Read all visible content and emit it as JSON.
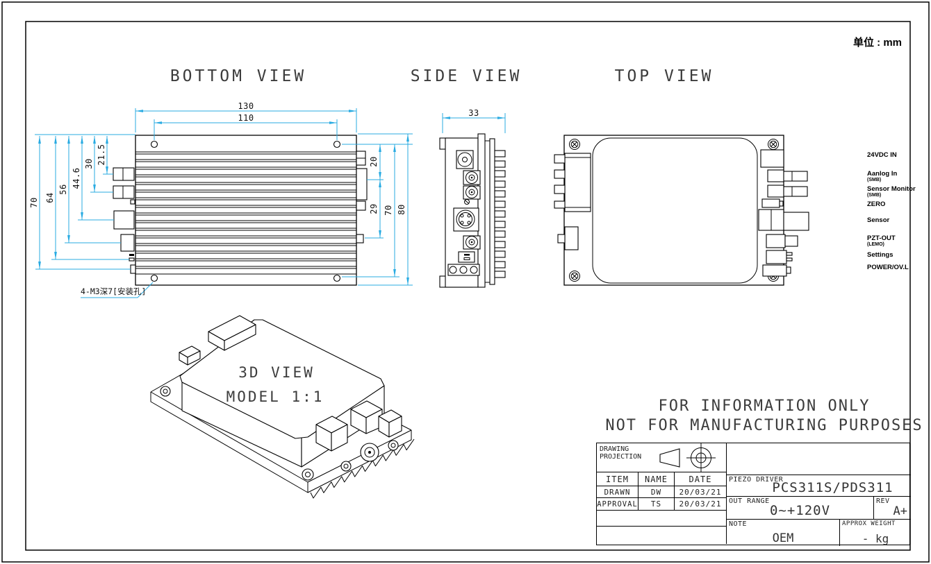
{
  "units_note": "单位 : mm",
  "colors": {
    "dim_line": "#29abe2",
    "draw_line": "#000000"
  },
  "bottom_view": {
    "title": "BOTTOM VIEW",
    "dim_width_outer": "130",
    "dim_width_holes": "110",
    "dim_left": [
      "70",
      "64",
      "56",
      "44.6",
      "30",
      "21.5"
    ],
    "dim_right_20": "20",
    "dim_right_29": "29",
    "dim_right_70": "70",
    "dim_right_80": "80",
    "mounting_note": "4-M3深7[安装孔]"
  },
  "side_view": {
    "title": "SIDE VIEW",
    "dim_width": "33"
  },
  "top_view": {
    "title": "TOP VIEW",
    "port_labels": [
      {
        "label": "24VDC IN",
        "sub": ""
      },
      {
        "label": "Aanlog In",
        "sub": "(SMB)"
      },
      {
        "label": "Sensor Monitor",
        "sub": "(SMB)"
      },
      {
        "label": "ZERO",
        "sub": ""
      },
      {
        "label": "Sensor",
        "sub": ""
      },
      {
        "label": "PZT-OUT",
        "sub": "(LEMO)"
      },
      {
        "label": "Settings",
        "sub": ""
      },
      {
        "label": "POWER/OV.L",
        "sub": ""
      }
    ]
  },
  "iso_view": {
    "line1": "3D VIEW",
    "line2": "MODEL 1:1"
  },
  "disclaimer": {
    "line1": "FOR INFORMATION ONLY",
    "line2": "NOT FOR MANUFACTURING PURPOSES"
  },
  "title_block": {
    "projection_line1": "DRAWING",
    "projection_line2": "PROJECTION",
    "col_item": "ITEM",
    "col_name": "NAME",
    "col_date": "DATE",
    "row_drawn": {
      "item": "DRAWN",
      "name": "DW",
      "date": "20/03/21"
    },
    "row_approval": {
      "item": "APPROVAL",
      "name": "TS",
      "date": "20/03/21"
    },
    "product_label": "PIEZO DRIVER",
    "product_value": "PCS311S/PDS311",
    "range_label": "OUT RANGE",
    "range_value": "0~+120V",
    "rev_label": "REV",
    "rev_value": "A+",
    "note_label": "NOTE",
    "note_value": "OEM",
    "weight_label": "APPROX WEIGHT",
    "weight_value": "- kg"
  }
}
